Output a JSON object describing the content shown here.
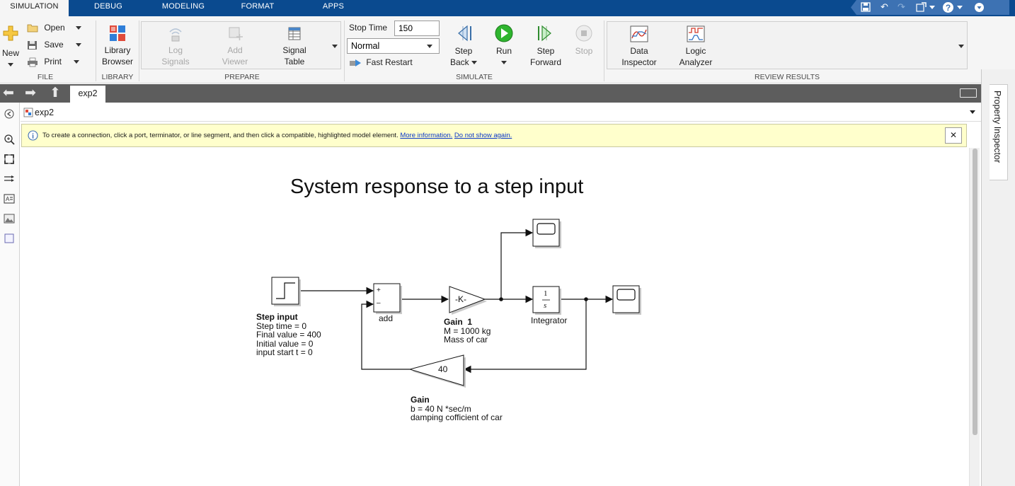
{
  "tabs": [
    {
      "label": "SIMULATION",
      "active": true
    },
    {
      "label": "DEBUG",
      "active": false
    },
    {
      "label": "MODELING",
      "active": false
    },
    {
      "label": "FORMAT",
      "active": false
    },
    {
      "label": "APPS",
      "active": false
    }
  ],
  "quick_access": [
    "save-icon",
    "undo-icon",
    "redo-icon",
    "customize-icon",
    "help-icon",
    "dropdown-icon"
  ],
  "file_group": {
    "label": "FILE",
    "new_label": "New",
    "open_label": "Open",
    "save_label": "Save",
    "print_label": "Print"
  },
  "library_group": {
    "label": "LIBRARY",
    "library_browser_line1": "Library",
    "library_browser_line2": "Browser"
  },
  "prepare_group": {
    "label": "PREPARE",
    "log_signals_line1": "Log",
    "log_signals_line2": "Signals",
    "add_viewer_line1": "Add",
    "add_viewer_line2": "Viewer",
    "signal_table_line1": "Signal",
    "signal_table_line2": "Table"
  },
  "simulate_group": {
    "label": "SIMULATE",
    "stop_time_label": "Stop Time",
    "stop_time_value": "150",
    "mode_value": "Normal",
    "fast_restart_label": "Fast Restart",
    "step_back_line1": "Step",
    "step_back_line2": "Back",
    "run_label": "Run",
    "step_forward_line1": "Step",
    "step_forward_line2": "Forward",
    "stop_label": "Stop"
  },
  "review_group": {
    "label": "REVIEW RESULTS",
    "data_inspector_line1": "Data",
    "data_inspector_line2": "Inspector",
    "logic_analyzer_line1": "Logic",
    "logic_analyzer_line2": "Analyzer"
  },
  "model_tab": "exp2",
  "address": "exp2",
  "info_bar": {
    "message": "To create a connection, click a port, terminator, or line segment, and then click a compatible, highlighted model element.",
    "link_more": "More information.",
    "link_dismiss": "Do not show again.",
    "close_label": "✕"
  },
  "diagram": {
    "title": "System response to a step input",
    "step_block": {
      "name": "Step input",
      "line1": "Step time = 0",
      "line2": "Final value = 400",
      "line3": "Initial value = 0",
      "line4": "input start t = 0"
    },
    "sum_block": {
      "name": "add",
      "plus": "+",
      "minus": "–"
    },
    "gain1_block": {
      "symbol": "-K-",
      "name": "Gain  1",
      "line1": "M = 1000 kg",
      "line2": "Mass of car"
    },
    "integrator_block": {
      "name": "Integrator",
      "numerator": "1",
      "denominator": "s"
    },
    "gain_block": {
      "value": "40",
      "name": "Gain",
      "line1": "b = 40 N *sec/m",
      "line2": "damping cofficient of car"
    }
  },
  "property_inspector_label": "Property Inspector",
  "colors": {
    "tabbar": "#0a4a8f",
    "run_green": "#2fb52f",
    "info_bg": "#ffffcc",
    "link": "#0a37c8"
  }
}
